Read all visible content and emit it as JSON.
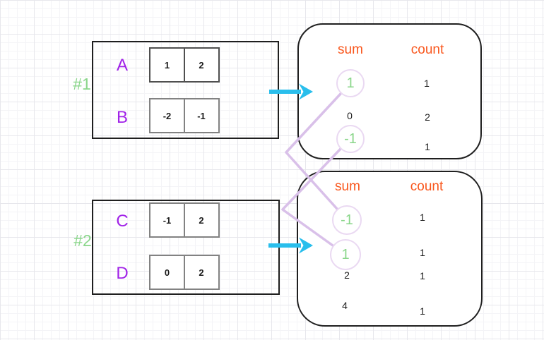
{
  "colors": {
    "ink": "#1c1c1c",
    "green": "#8ad68a",
    "orange": "#f9561c",
    "purple": "#a123e8",
    "cyan": "#29beec",
    "lavender": "#d9c0e9",
    "ring": "#ead9f2",
    "cell-border-dark": "#4f4f4f",
    "cell-border": "#828282"
  },
  "groups": [
    {
      "label": "#1",
      "arrays": [
        {
          "name": "A",
          "cells": [
            "1",
            "2"
          ]
        },
        {
          "name": "B",
          "cells": [
            "-2",
            "-1"
          ]
        }
      ],
      "table": {
        "sum_header": "sum",
        "count_header": "count",
        "rows": [
          {
            "sum": "1",
            "count": "1",
            "circled": true
          },
          {
            "sum": "0",
            "count": "2",
            "circled": false
          },
          {
            "sum": "-1",
            "count": "1",
            "circled": true
          }
        ]
      }
    },
    {
      "label": "#2",
      "arrays": [
        {
          "name": "C",
          "cells": [
            "-1",
            "2"
          ]
        },
        {
          "name": "D",
          "cells": [
            "0",
            "2"
          ]
        }
      ],
      "table": {
        "sum_header": "sum",
        "count_header": "count",
        "rows": [
          {
            "sum": "-1",
            "count": "1",
            "circled": true
          },
          {
            "sum": "1",
            "count": "1",
            "circled": true
          },
          {
            "sum": "2",
            "count": "1",
            "circled": false
          },
          {
            "sum": "4",
            "count": "1",
            "circled": false
          }
        ]
      }
    }
  ],
  "connections": [
    {
      "from": "group #1 sum 1",
      "to": "group #2 sum -1"
    },
    {
      "from": "group #1 sum -1",
      "to": "group #2 sum 1"
    }
  ]
}
